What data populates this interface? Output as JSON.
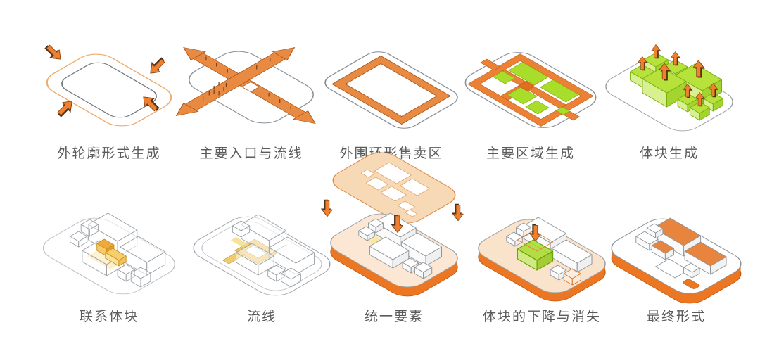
{
  "figure": {
    "description_rows": 2,
    "steps": [
      {
        "label": "外轮廓形式生成"
      },
      {
        "label": "主要入口与流线"
      },
      {
        "label": "外围环形售卖区"
      },
      {
        "label": "主要区域生成"
      },
      {
        "label": "体块生成"
      },
      {
        "label": "联系体块"
      },
      {
        "label": "流线"
      },
      {
        "label": "统一要素"
      },
      {
        "label": "体块的下降与消失"
      },
      {
        "label": "最终形式"
      }
    ]
  },
  "icons": {
    "inward_arrow": "arrow-icon",
    "up_arrow": "arrow-icon",
    "down_arrow": "arrow-icon",
    "flat_entry_arrow": "entry-arrowhead-icon"
  },
  "colors": {
    "accent_orange": "#ED7623",
    "band_orange": "#E98A43",
    "arrow_orange": "#EE8030",
    "light_orange_line": "#F0A969",
    "peach": "#F7D9B5",
    "base_top_peach": "#FBE7D3",
    "green": "#B6E23B",
    "green_dark_line": "#7AAD10",
    "yellow": "#F3BC45",
    "light_yellow": "#F9DF94",
    "line_gray": "#8A9298",
    "label_gray": "#5B5B5B",
    "background": "#FFFFFF"
  }
}
